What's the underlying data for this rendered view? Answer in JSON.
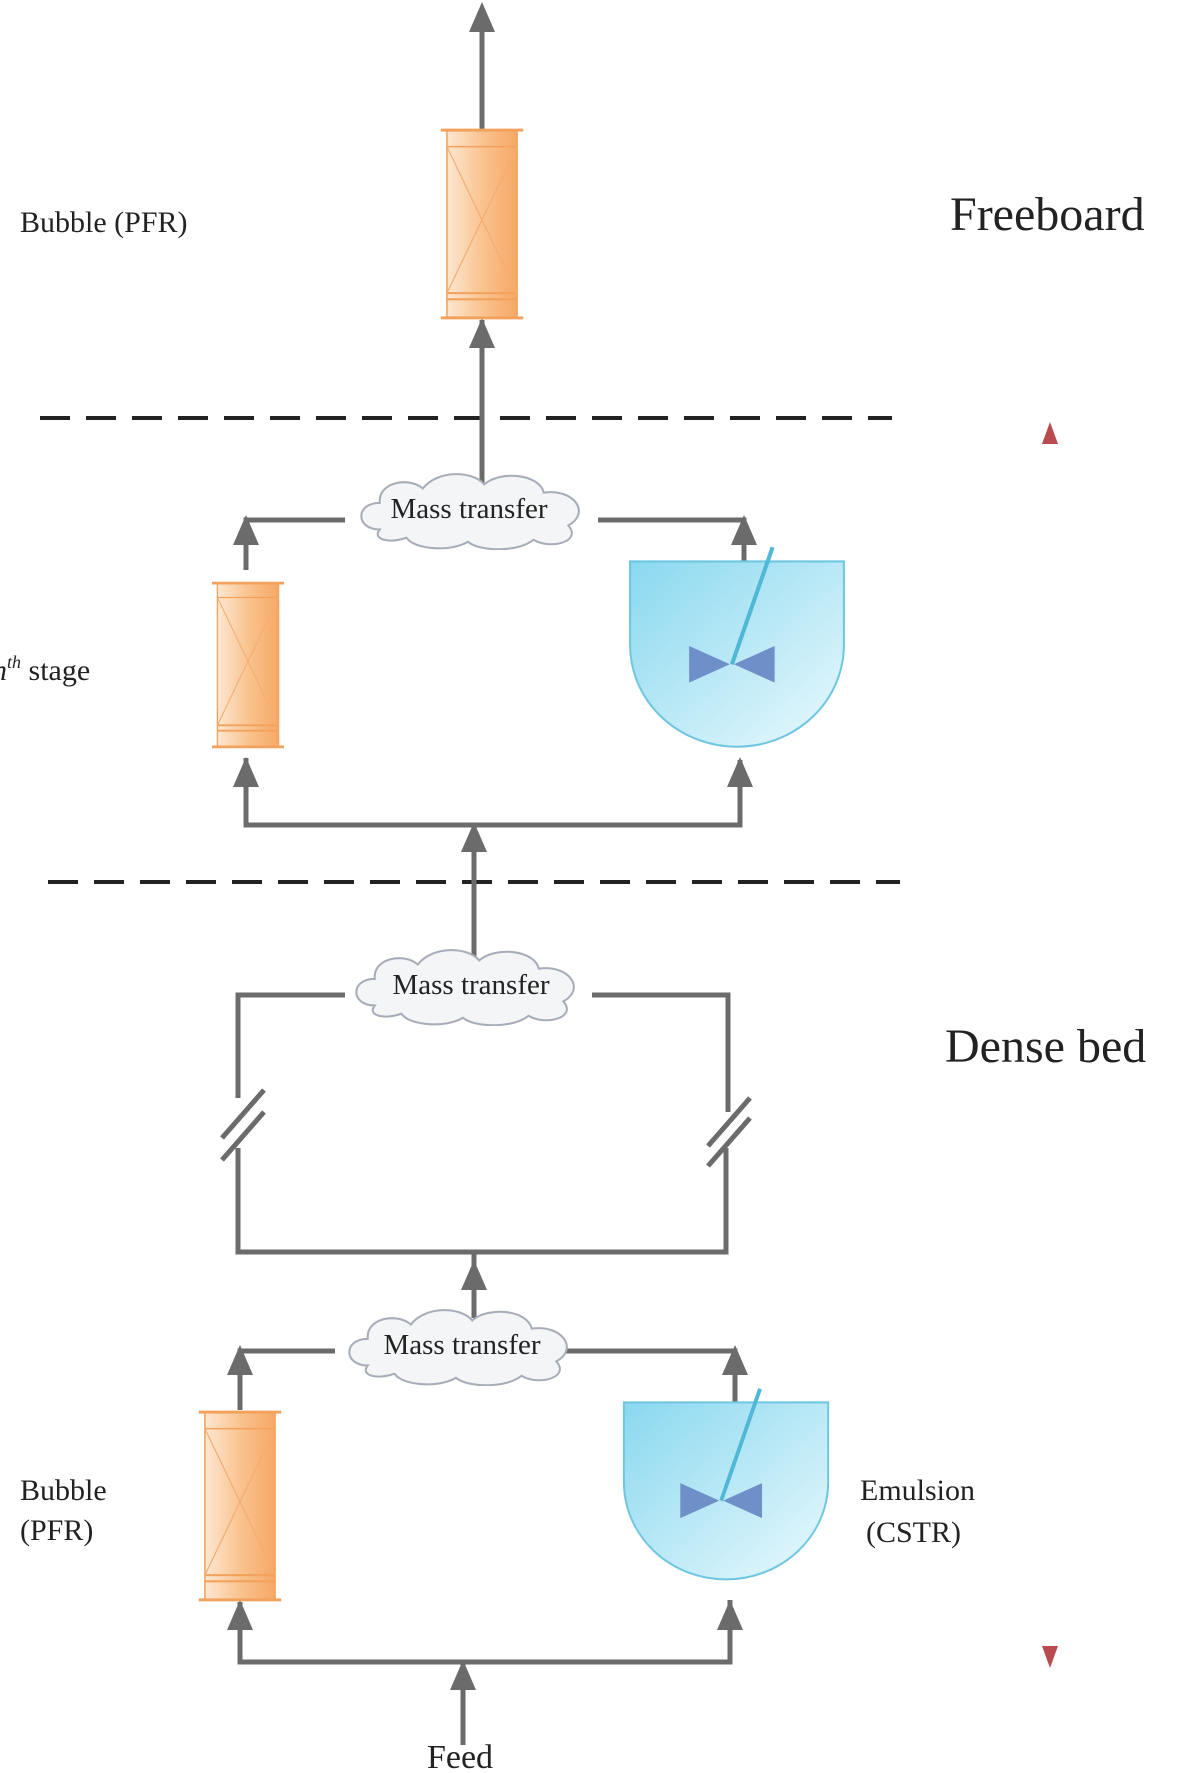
{
  "labels": {
    "bubble_pfr_top": "Bubble (PFR)",
    "freeboard": "Freeboard",
    "nth_stage_base": "n",
    "nth_stage_sup": "th",
    "nth_stage_rest": " stage",
    "mass_transfer_1": "Mass transfer",
    "mass_transfer_2": "Mass transfer",
    "mass_transfer_3": "Mass transfer",
    "dense_bed": "Dense bed",
    "bubble_line1": "Bubble",
    "bubble_line2": "(PFR)",
    "emulsion_line1": "Emulsion",
    "emulsion_line2": "(CSTR)",
    "feed": "Feed"
  },
  "colors": {
    "line": "#6b6b6b",
    "pfr_fill": "#f8b57a",
    "pfr_edge": "#f2a25c",
    "cstr_fill": "#a8e3f3",
    "impeller": "#6f8fc8",
    "stirrer": "#4fb8d6",
    "dense_bed_arrow": "#b94a4f",
    "cloud_fill": "#f4f5f7",
    "cloud_stroke": "#a7adb8",
    "dashed": "#222222"
  },
  "icons": {
    "pfr": "plug-flow-reactor-icon",
    "cstr": "stirred-tank-reactor-icon",
    "cloud": "cloud-icon",
    "break": "line-break-icon"
  }
}
